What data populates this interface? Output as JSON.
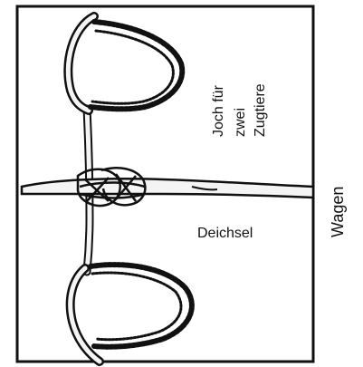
{
  "labels": {
    "yoke_line1": "Joch für",
    "yoke_line2": "zwei",
    "yoke_line3": "Zugtiere",
    "pole": "Deichsel",
    "wagon": "Wagen"
  },
  "colors": {
    "ink": "#111111",
    "wood_fill": "#f4f4f4"
  }
}
